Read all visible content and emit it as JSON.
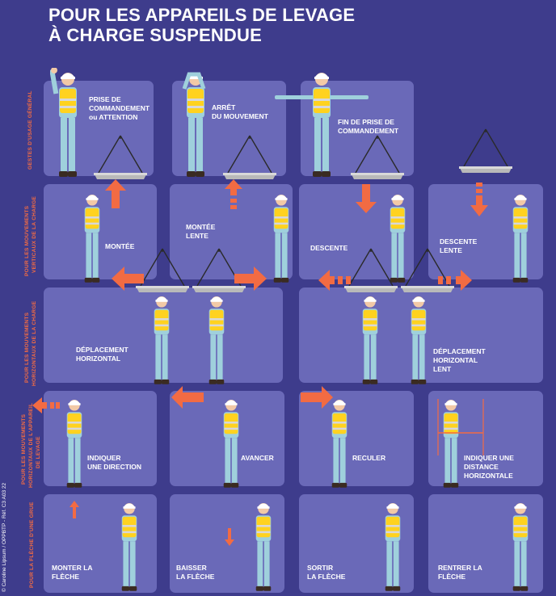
{
  "title": {
    "line1": "POUR LES APPAREILS DE LEVAGE",
    "line2": "À CHARGE SUSPENDUE"
  },
  "sections": {
    "general": "GESTES D'USAGE GÉNÉRAL",
    "vertical_1": "POUR LES MOUVEMENTS",
    "vertical_2": "VERTICAUX DE LA CHARGE",
    "horizontal_1": "POUR LES MOUVEMENTS",
    "horizontal_2": "HORIZONTAUX DE LA CHARGE",
    "appareil_1": "POUR LES MOUVEMENTS",
    "appareil_2": "HORIZONTAUX DE L'APPAREIL",
    "appareil_3": "DE LEVAGE",
    "fleche": "POUR LA FLÈCHE D'UNE GRUE"
  },
  "credit": "© Caroline Lipsum / OPPBTP - Réf. C3 A03 22",
  "signals": {
    "prise": [
      "PRISE DE",
      "COMMANDEMENT",
      "ou ATTENTION"
    ],
    "arret": [
      "ARRÊT",
      "DU MOUVEMENT"
    ],
    "fin": [
      "FIN DE PRISE DE",
      "COMMANDEMENT"
    ],
    "montee": [
      "MONTÉE"
    ],
    "montee_lente": [
      "MONTÉE",
      "LENTE"
    ],
    "descente": [
      "DESCENTE"
    ],
    "descente_lente": [
      "DESCENTE",
      "LENTE"
    ],
    "deplacement": [
      "DÉPLACEMENT",
      "HORIZONTAL"
    ],
    "deplacement_lent": [
      "DÉPLACEMENT",
      "HORIZONTAL",
      "LENT"
    ],
    "indiquer": [
      "INDIQUER",
      "UNE DIRECTION"
    ],
    "avancer": [
      "AVANCER"
    ],
    "reculer": [
      "RECULER"
    ],
    "distance": [
      "INDIQUER UNE",
      "DISTANCE",
      "HORIZONTALE"
    ],
    "monter_fleche": [
      "MONTER LA",
      "FLÈCHE"
    ],
    "baisser_fleche": [
      "BAISSER",
      "LA FLÈCHE"
    ],
    "sortir_fleche": [
      "SORTIR",
      "LA FLÈCHE"
    ],
    "rentrer_fleche": [
      "RENTRER LA",
      "FLÈCHE"
    ]
  },
  "colors": {
    "background": "#3e3c8c",
    "panel": "#6a69b8",
    "accent": "#f26b43",
    "vest": "#ffd21f"
  },
  "icons": {
    "worker": "signaller-figure",
    "load": "suspended-load-icon",
    "arrow": "direction-arrow-icon"
  }
}
